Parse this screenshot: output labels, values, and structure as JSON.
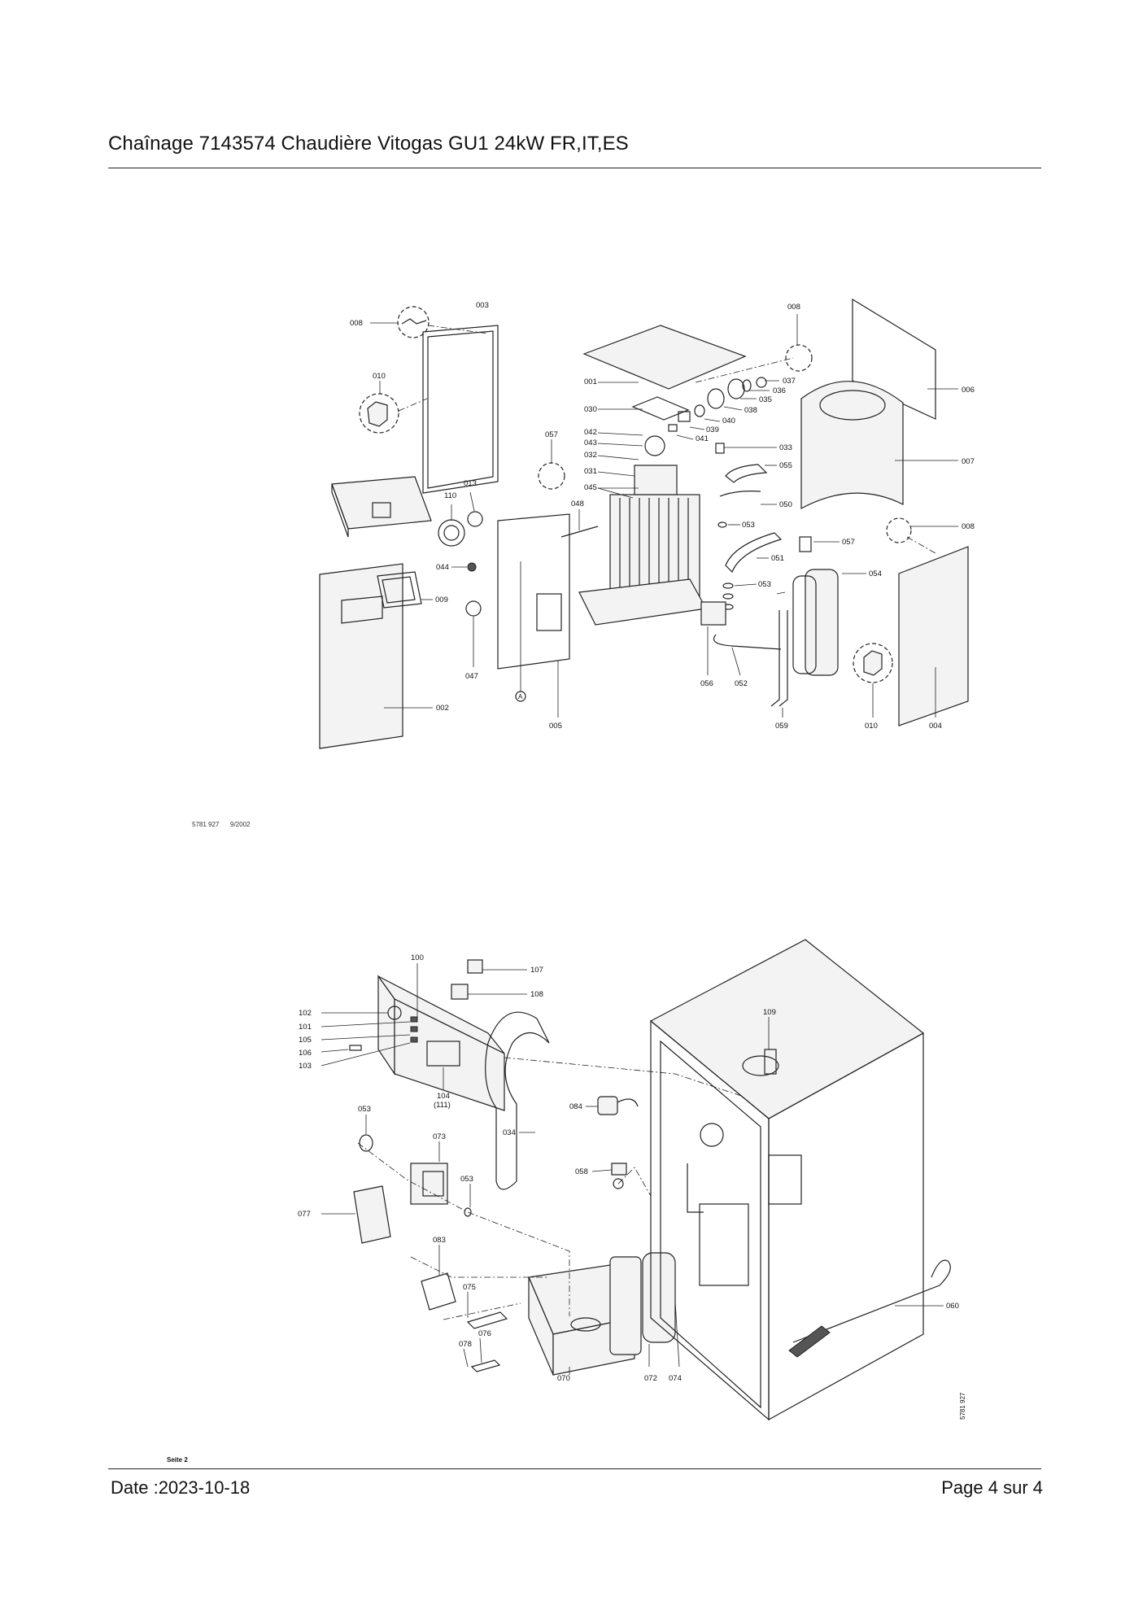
{
  "header": {
    "title": "Chaînage 7143574 Chaudière Vitogas GU1 24kW FR,IT,ES"
  },
  "footer": {
    "date": "Date :2023-10-18",
    "page": "Page 4 sur 4"
  },
  "drawing_codes": {
    "top_code": "5781 927",
    "top_date": "9/2002",
    "seite": "Seite 2",
    "bottom_code": "5781 927"
  },
  "top_labels": {
    "l008a": "008",
    "l003": "003",
    "l008b": "008",
    "l010a": "010",
    "l006": "006",
    "l001": "001",
    "l036": "036",
    "l037": "037",
    "l035": "035",
    "l038": "038",
    "l030": "030",
    "l040": "040",
    "l039": "039",
    "l041": "041",
    "l042": "042",
    "l043": "043",
    "l032": "032",
    "l033": "033",
    "l057a": "057",
    "l007": "007",
    "l031": "031",
    "l055": "055",
    "l045": "045",
    "l013": "013",
    "l110": "110",
    "l048": "048",
    "l050": "050",
    "l053a": "053",
    "l008c": "008",
    "l057b": "057",
    "l044": "044",
    "l051": "051",
    "l054": "054",
    "l053b": "053",
    "l009": "009",
    "l047": "047",
    "l056": "056",
    "l052": "052",
    "lA": "A",
    "l002": "002",
    "l005": "005",
    "l059": "059",
    "l010b": "010",
    "l004": "004"
  },
  "bottom_labels": {
    "l100": "100",
    "l107": "107",
    "l108": "108",
    "l102": "102",
    "l101": "101",
    "l105": "105",
    "l106": "106",
    "l103": "103",
    "l104": "104",
    "l111": "(111)",
    "l109": "109",
    "l053c": "053",
    "l084": "084",
    "l034": "034",
    "l073": "073",
    "l053d": "053",
    "l058": "058",
    "l077": "077",
    "l083": "083",
    "l075": "075",
    "l060": "060",
    "l078": "078",
    "l076": "076",
    "l070": "070",
    "l072": "072",
    "l074": "074"
  }
}
